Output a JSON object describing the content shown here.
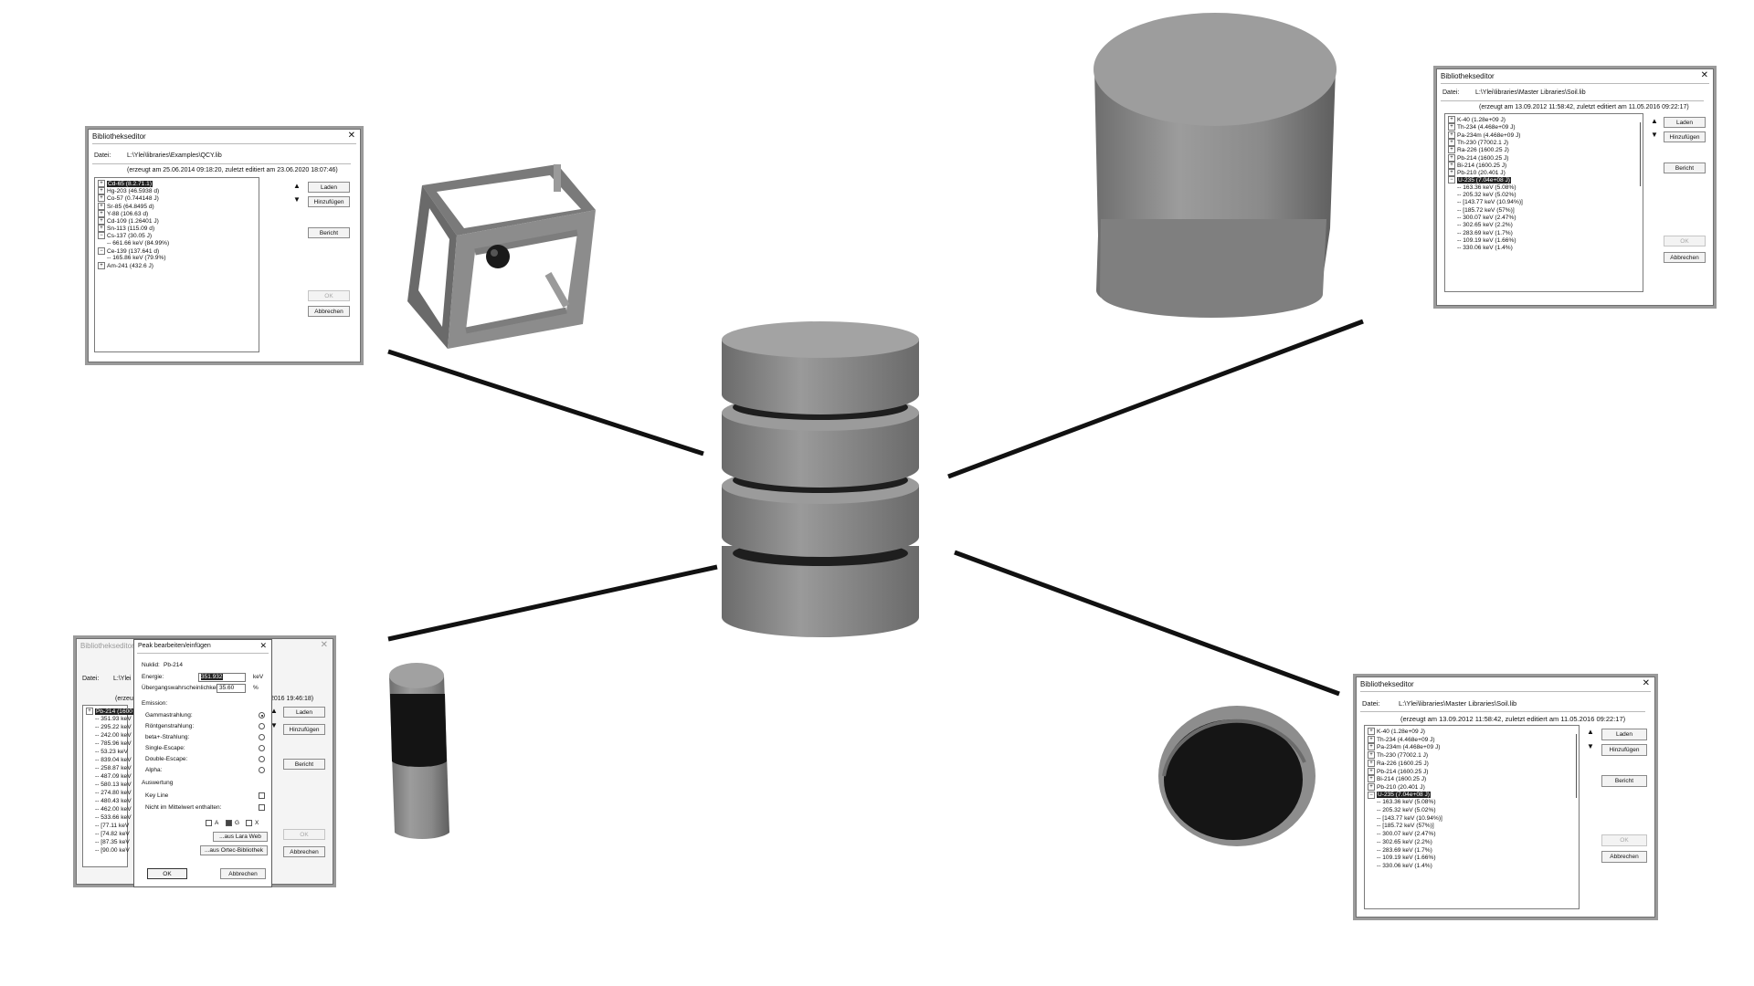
{
  "colors": {
    "line": "#111111",
    "shape": "#8f8f8f",
    "dark": "#1a1a1a"
  },
  "dialogs": {
    "top_left": {
      "title": "Bibliothekseditor",
      "file_label": "Datei:",
      "file_path": "L:\\Ylei\\libraries\\Examples\\QCY.lib",
      "created": "(erzeugt am 25.06.2014 09:18:20, zuletzt editiert am 23.06.2020 18:07:46)",
      "items": [
        {
          "text": "Cd-65 (8.2.71.1)",
          "selected": true
        },
        {
          "text": "Hg-203 (46.5938 d)"
        },
        {
          "text": "Co-57 (0.744148 J)"
        },
        {
          "text": "Sr-85 (64.8495 d)"
        },
        {
          "text": "Y-88 (106.63 d)"
        },
        {
          "text": "Cd-109 (1.26401 J)"
        },
        {
          "text": "Sn-113 (115.09 d)"
        },
        {
          "text": "Cs-137 (30.05 J)",
          "expanded": true
        },
        {
          "text": "661.66 keV (84.99%)",
          "leaf": true
        },
        {
          "text": "Ce-139 (137.641 d)",
          "expanded": true
        },
        {
          "text": "165.86 keV (79.9%)",
          "leaf": true
        },
        {
          "text": "Am-241 (432.6 J)"
        }
      ],
      "buttons": {
        "load": "Laden",
        "add": "Hinzufügen",
        "report": "Bericht",
        "ok": "OK",
        "cancel": "Abbrechen"
      },
      "up_arrow": "▲",
      "down_arrow": "▼"
    },
    "top_right": {
      "title": "Bibliothekseditor",
      "file_label": "Datei:",
      "file_path": "L:\\Ylei\\libraries\\Master Libraries\\Soil.lib",
      "created": "(erzeugt am 13.09.2012 11:58:42, zuletzt editiert am 11.05.2016 09:22:17)",
      "items": [
        {
          "text": "K-40 (1.28e+09 J)"
        },
        {
          "text": "Th-234 (4.468e+09 J)"
        },
        {
          "text": "Pa-234m (4.468e+09 J)"
        },
        {
          "text": "Th-230 (77002.1 J)"
        },
        {
          "text": "Ra-226 (1600.25 J)"
        },
        {
          "text": "Pb-214 (1600.25 J)"
        },
        {
          "text": "Bi-214 (1600.25 J)"
        },
        {
          "text": "Pb-210 (20.401 J)"
        },
        {
          "text": "U-235 (7.04e+08 J)",
          "selected": true,
          "expanded": true
        },
        {
          "text": "163.36 keV (5.08%)",
          "leaf": true
        },
        {
          "text": "205.32 keV (5.02%)",
          "leaf": true
        },
        {
          "text": "[143.77 keV (10.94%)]",
          "leaf": true
        },
        {
          "text": "[185.72 keV (57%)]",
          "leaf": true
        },
        {
          "text": "300.07 keV (2.47%)",
          "leaf": true
        },
        {
          "text": "302.65 keV (2.2%)",
          "leaf": true
        },
        {
          "text": "283.69 keV (1.7%)",
          "leaf": true
        },
        {
          "text": "109.19 keV (1.66%)",
          "leaf": true
        },
        {
          "text": "330.06 keV (1.4%)",
          "leaf": true
        }
      ],
      "buttons": {
        "load": "Laden",
        "add": "Hinzufügen",
        "report": "Bericht",
        "ok": "OK",
        "cancel": "Abbrechen"
      },
      "up_arrow": "▲",
      "down_arrow": "▼"
    },
    "bottom_right": {
      "title": "Bibliothekseditor",
      "file_label": "Datei:",
      "file_path": "L:\\Ylei\\libraries\\Master Libraries\\Soil.lib",
      "created": "(erzeugt am 13.09.2012 11:58:42, zuletzt editiert am 11.05.2016 09:22:17)",
      "items": [
        {
          "text": "K-40 (1.28e+09 J)"
        },
        {
          "text": "Th-234 (4.468e+09 J)"
        },
        {
          "text": "Pa-234m (4.468e+09 J)"
        },
        {
          "text": "Th-230 (77002.1 J)"
        },
        {
          "text": "Ra-226 (1600.25 J)"
        },
        {
          "text": "Pb-214 (1600.25 J)"
        },
        {
          "text": "Bi-214 (1600.25 J)"
        },
        {
          "text": "Pb-210 (20.401 J)"
        },
        {
          "text": "U-235 (7.04e+08 J)",
          "selected": true,
          "expanded": true
        },
        {
          "text": "163.36 keV (5.08%)",
          "leaf": true
        },
        {
          "text": "205.32 keV (5.02%)",
          "leaf": true
        },
        {
          "text": "[143.77 keV (10.94%)]",
          "leaf": true
        },
        {
          "text": "[185.72 keV (57%)]",
          "leaf": true
        },
        {
          "text": "300.07 keV (2.47%)",
          "leaf": true
        },
        {
          "text": "302.65 keV (2.2%)",
          "leaf": true
        },
        {
          "text": "283.69 keV (1.7%)",
          "leaf": true
        },
        {
          "text": "109.19 keV (1.66%)",
          "leaf": true
        },
        {
          "text": "330.06 keV (1.4%)",
          "leaf": true
        }
      ],
      "buttons": {
        "load": "Laden",
        "add": "Hinzufügen",
        "report": "Bericht",
        "ok": "OK",
        "cancel": "Abbrechen"
      },
      "up_arrow": "▲",
      "down_arrow": "▼"
    },
    "bottom_left": {
      "title": "Bibliothekseditor",
      "file_label": "Datei:",
      "file_path": "L:\\Ylei",
      "created_fragment": "(erzeu",
      "created_tail": "2016 19:46:18)",
      "items": [
        {
          "text": "Pb-214 (1600",
          "selected": true
        },
        {
          "text": "351.93 keV",
          "leaf": true
        },
        {
          "text": "295.22 keV",
          "leaf": true
        },
        {
          "text": "242.00 keV",
          "leaf": true
        },
        {
          "text": "785.96 keV",
          "leaf": true
        },
        {
          "text": "53.23 keV",
          "leaf": true
        },
        {
          "text": "839.04 keV",
          "leaf": true
        },
        {
          "text": "258.87 keV",
          "leaf": true
        },
        {
          "text": "487.09 keV",
          "leaf": true
        },
        {
          "text": "580.13 keV",
          "leaf": true
        },
        {
          "text": "274.80 keV",
          "leaf": true
        },
        {
          "text": "480.43 keV",
          "leaf": true
        },
        {
          "text": "462.00 keV",
          "leaf": true
        },
        {
          "text": "533.66 keV",
          "leaf": true
        },
        {
          "text": "[77.11 keV",
          "leaf": true
        },
        {
          "text": "[74.82 keV",
          "leaf": true
        },
        {
          "text": "[87.35 keV",
          "leaf": true
        },
        {
          "text": "[90.00 keV",
          "leaf": true
        }
      ],
      "buttons": {
        "load": "Laden",
        "add": "Hinzufügen",
        "report": "Bericht",
        "ok": "OK",
        "cancel": "Abbrechen"
      },
      "up_arrow": "▲",
      "down_arrow": "▼",
      "peak_dialog": {
        "title": "Peak bearbeiten/einfügen",
        "nuclide_label": "Nuklid:",
        "nuclide_value": "Pb-214",
        "energy_label": "Energie:",
        "energy_value": "351.932",
        "energy_unit": "keV",
        "prob_label": "Übergangswahrscheinlichkeit:",
        "prob_value": "35.60",
        "prob_unit": "%",
        "emission_heading": "Emission:",
        "emissions": [
          "Gammastrahlung:",
          "Röntgenstrahlung:",
          "beta+-Strahlung:",
          "Single-Escape:",
          "Double-Escape:",
          "Alpha:"
        ],
        "evaluation_heading": "Auswertung",
        "key_line": "Key Line",
        "not_in_mean": "Nicht im Mittelwert enthalten:",
        "check_a": "A",
        "check_g": "G",
        "check_x": "X",
        "from_lara": "...aus Lara Web",
        "from_ortec": "...aus Ortec-Bibliothek",
        "ok": "OK",
        "cancel": "Abbrechen"
      }
    }
  }
}
